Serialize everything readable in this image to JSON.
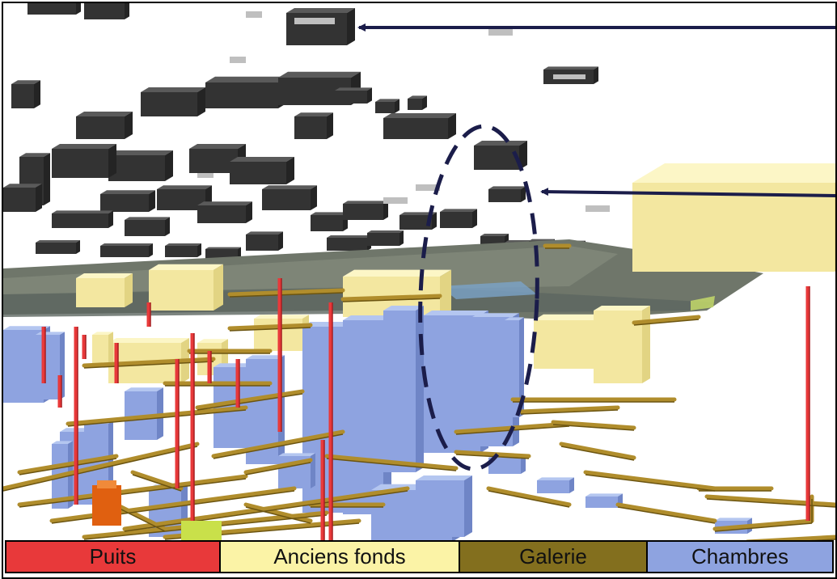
{
  "legend": [
    {
      "label": "Puits",
      "color": "#e8393a"
    },
    {
      "label": "Anciens fonds",
      "color": "#fbf3a6"
    },
    {
      "label": "Galerie",
      "color": "#836f1e"
    },
    {
      "label": "Chambres",
      "color": "#8ea3e0"
    }
  ],
  "colors": {
    "buildings": "#3c3c3c",
    "ground_map": "#6e7468",
    "puits": "#e8393a",
    "anciens_fonds": "#f3e7a0",
    "galerie": "#b08d2c",
    "chambres": "#8ea3e0",
    "annotation": "#1b1d4a"
  }
}
